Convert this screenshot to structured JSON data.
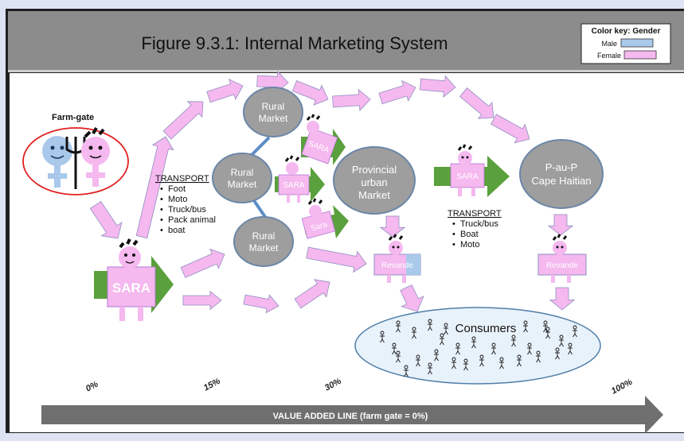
{
  "title": "Figure 9.3.1: Internal Marketing System",
  "legend": {
    "heading": "Color key: Gender",
    "male_label": "Male",
    "female_label": "Female",
    "male_color": "#a9c8ea",
    "female_color": "#f5b8ef"
  },
  "farm_gate": {
    "label": "Farm-gate"
  },
  "transport_1": {
    "heading": "TRANSPORT",
    "items": [
      "Foot",
      "Moto",
      "Truck/bus",
      "Pack animal",
      "boat"
    ]
  },
  "transport_2": {
    "heading": "TRANSPORT",
    "items": [
      "Truck/bus",
      "Boat",
      "Moto"
    ]
  },
  "markets": {
    "rural_top": [
      "Rural",
      "Market"
    ],
    "rural_mid": [
      "Rural",
      "Market"
    ],
    "rural_bottom": [
      "Rural",
      "Market"
    ],
    "provincial": [
      "Provincial",
      "urban",
      "Market"
    ],
    "capital": [
      "P-au-P",
      "Cape Haitian"
    ]
  },
  "actors": {
    "sara_main": "SARA",
    "sara_small_1": "SARA",
    "sara_small_2": "SARA",
    "sara_small_3": "Sara",
    "sara_provincial": "SARA",
    "revande_1": "Revande",
    "revande_2": "Revande"
  },
  "consumers": {
    "label": "Consumers"
  },
  "value_line": {
    "label": "VALUE ADDED LINE (farm gate = 0%)",
    "ticks": [
      "0%",
      "15%",
      "30%",
      "100%"
    ]
  },
  "colors": {
    "header_bg": "#8c8c8c",
    "market_fill": "#9e9e9e",
    "market_stroke": "#6a86a8",
    "arrow_pink": "#f5b8ef",
    "arrow_stroke": "#8f8fc0",
    "truck_green": "#5aa03c",
    "consumers_fill": "#e8f2fb",
    "value_line": "#6f6f6f",
    "frame_dark": "#222222"
  }
}
